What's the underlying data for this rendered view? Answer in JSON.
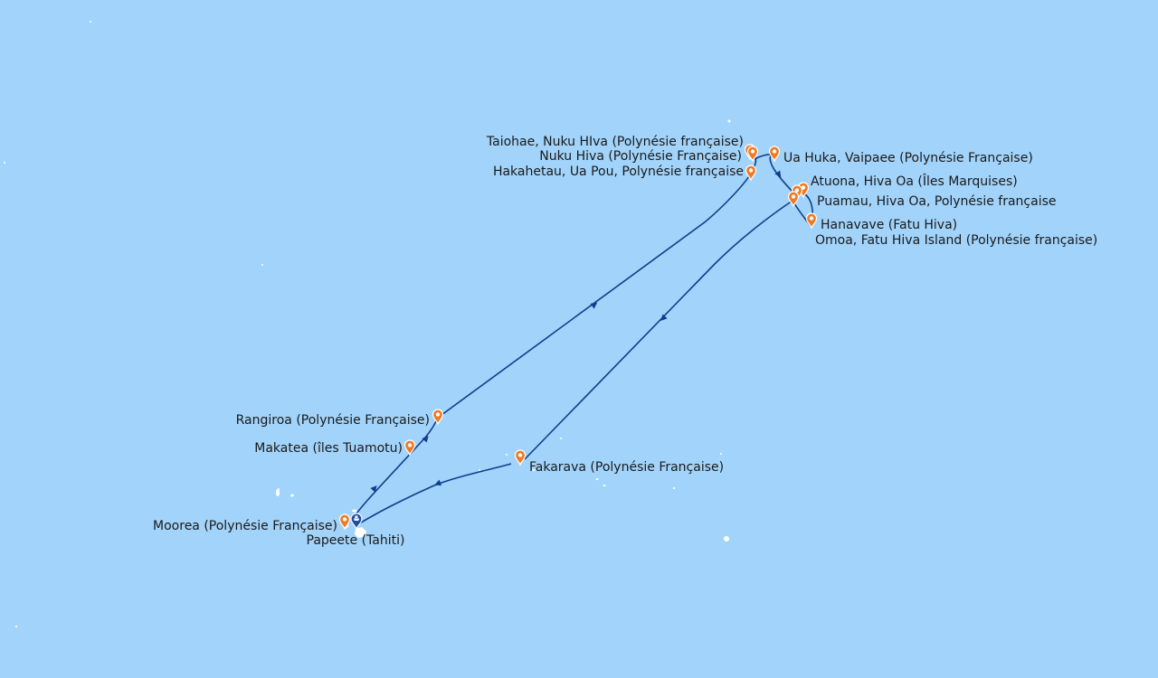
{
  "colors": {
    "sea": "#a2d3fa",
    "route": "#0d3f8f",
    "port_marker": "#f07a23",
    "home_marker": "#1f4fa3",
    "land": "#ffffff"
  },
  "map": {
    "ports": [
      {
        "id": "taiohae",
        "label": "Taiohae, Nuku HIva (Polynésie française)",
        "icon": "map-pin-icon"
      },
      {
        "id": "nukuhiva",
        "label": "Nuku Hiva (Polynésie Française)",
        "icon": "map-pin-icon"
      },
      {
        "id": "hakahetau",
        "label": "Hakahetau, Ua Pou, Polynésie française",
        "icon": "map-pin-icon"
      },
      {
        "id": "uahuka",
        "label": "Ua Huka, Vaipaee (Polynésie Française)",
        "icon": "map-pin-icon"
      },
      {
        "id": "atuona",
        "label": "Atuona, Hiva Oa (Îles Marquises)",
        "icon": "map-pin-icon"
      },
      {
        "id": "puamau",
        "label": "Puamau, Hiva Oa, Polynésie française",
        "icon": "map-pin-icon"
      },
      {
        "id": "hanavave",
        "label": "Hanavave (Fatu Hiva)",
        "icon": "map-pin-icon"
      },
      {
        "id": "omoa",
        "label": "Omoa, Fatu Hiva Island (Polynésie française)",
        "icon": "map-pin-icon"
      },
      {
        "id": "rangiroa",
        "label": "Rangiroa (Polynésie Française)",
        "icon": "map-pin-icon"
      },
      {
        "id": "makatea",
        "label": "Makatea (îles Tuamotu)",
        "icon": "map-pin-icon"
      },
      {
        "id": "fakarava",
        "label": "Fakarava (Polynésie Française)",
        "icon": "map-pin-icon"
      },
      {
        "id": "moorea",
        "label": "Moorea (Polynésie Française)",
        "icon": "map-pin-icon"
      },
      {
        "id": "papeete",
        "label": "Papeete (Tahiti)",
        "icon": "ship-home-port-icon"
      }
    ]
  }
}
